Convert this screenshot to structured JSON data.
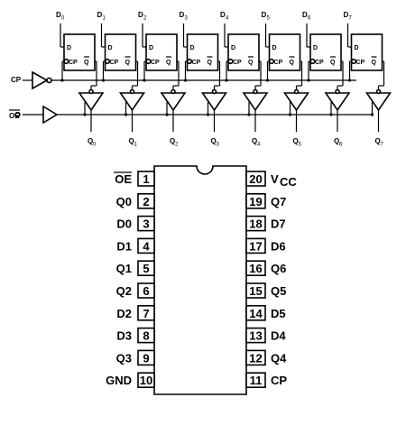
{
  "logic": {
    "d_inputs": [
      {
        "name": "D",
        "index": "0"
      },
      {
        "name": "D",
        "index": "1"
      },
      {
        "name": "D",
        "index": "2"
      },
      {
        "name": "D",
        "index": "3"
      },
      {
        "name": "D",
        "index": "4"
      },
      {
        "name": "D",
        "index": "5"
      },
      {
        "name": "D",
        "index": "6"
      },
      {
        "name": "D",
        "index": "7"
      }
    ],
    "q_outputs": [
      {
        "name": "Q",
        "index": "0"
      },
      {
        "name": "Q",
        "index": "1"
      },
      {
        "name": "Q",
        "index": "2"
      },
      {
        "name": "Q",
        "index": "3"
      },
      {
        "name": "Q",
        "index": "4"
      },
      {
        "name": "Q",
        "index": "5"
      },
      {
        "name": "Q",
        "index": "6"
      },
      {
        "name": "Q",
        "index": "7"
      }
    ],
    "flipflop": {
      "d_label": "D",
      "cp_label": "CP",
      "qbar_label": "Q"
    },
    "cp_label": "CP",
    "oe_label": "OE"
  },
  "pinout": {
    "left_pins": [
      {
        "number": "1",
        "name": "OE",
        "overline": true
      },
      {
        "number": "2",
        "name": "Q0"
      },
      {
        "number": "3",
        "name": "D0"
      },
      {
        "number": "4",
        "name": "D1"
      },
      {
        "number": "5",
        "name": "Q1"
      },
      {
        "number": "6",
        "name": "Q2"
      },
      {
        "number": "7",
        "name": "D2"
      },
      {
        "number": "8",
        "name": "D3"
      },
      {
        "number": "9",
        "name": "Q3"
      },
      {
        "number": "10",
        "name": "GND"
      }
    ],
    "right_pins": [
      {
        "number": "20",
        "name": "V",
        "sub": "CC"
      },
      {
        "number": "19",
        "name": "Q7"
      },
      {
        "number": "18",
        "name": "D7"
      },
      {
        "number": "17",
        "name": "D6"
      },
      {
        "number": "16",
        "name": "Q6"
      },
      {
        "number": "15",
        "name": "Q5"
      },
      {
        "number": "14",
        "name": "D5"
      },
      {
        "number": "13",
        "name": "D4"
      },
      {
        "number": "12",
        "name": "Q4"
      },
      {
        "number": "11",
        "name": "CP"
      }
    ]
  }
}
